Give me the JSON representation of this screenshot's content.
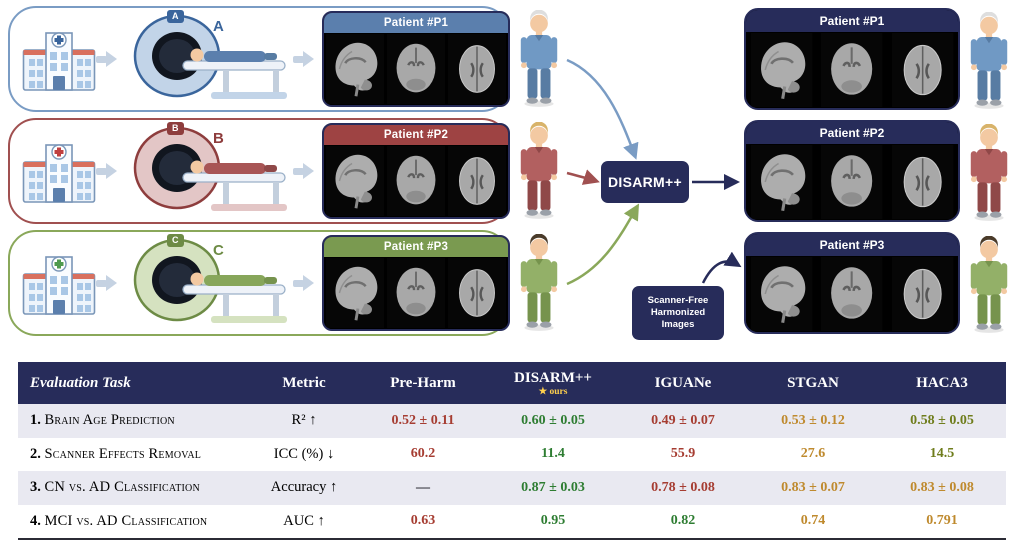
{
  "colors": {
    "navy": "#272c5a",
    "blue_frame": "#7a9cc4",
    "blue_head": "#5b7fad",
    "red_frame": "#a05050",
    "red_head": "#9e4343",
    "green_frame": "#8aa85a",
    "green_head": "#7a9a50",
    "value_red": "#a63d32",
    "value_green": "#2e7d32",
    "value_orange": "#bf8a2e",
    "value_olive": "#6f7d1c",
    "value_dark": "#26262e",
    "ours_star": "#ffd04d"
  },
  "diagram": {
    "disarm_label": "DISARM++",
    "harmonized_lines": [
      "Scanner-Free",
      "Harmonized",
      "Images"
    ],
    "inputs": [
      {
        "patient_label": "Patient #P1",
        "scanner_letter": "A"
      },
      {
        "patient_label": "Patient #P2",
        "scanner_letter": "B"
      },
      {
        "patient_label": "Patient #P3",
        "scanner_letter": "C"
      }
    ],
    "outputs": [
      {
        "patient_label": "Patient #P1"
      },
      {
        "patient_label": "Patient #P2"
      },
      {
        "patient_label": "Patient #P3"
      }
    ]
  },
  "table": {
    "headers": {
      "task": "Evaluation Task",
      "metric": "Metric",
      "pre_harm": "Pre-Harm",
      "disarm": "DISARM++",
      "disarm_note": "★ ours",
      "iguane": "IGUANe",
      "stgan": "STGAN",
      "haca3": "HACA3"
    },
    "rows": [
      {
        "num": "1.",
        "task": "Brain Age Prediction",
        "metric": "R² ↑",
        "cells": [
          {
            "text": "0.52 ± 0.11",
            "color": "value_red"
          },
          {
            "text": "0.60 ± 0.05",
            "color": "value_green"
          },
          {
            "text": "0.49 ± 0.07",
            "color": "value_red"
          },
          {
            "text": "0.53 ± 0.12",
            "color": "value_orange"
          },
          {
            "text": "0.58 ± 0.05",
            "color": "value_olive"
          }
        ]
      },
      {
        "num": "2.",
        "task": "Scanner Effects Removal",
        "metric": "ICC (%) ↓",
        "cells": [
          {
            "text": "60.2",
            "color": "value_red"
          },
          {
            "text": "11.4",
            "color": "value_green"
          },
          {
            "text": "55.9",
            "color": "value_red"
          },
          {
            "text": "27.6",
            "color": "value_orange"
          },
          {
            "text": "14.5",
            "color": "value_olive"
          }
        ]
      },
      {
        "num": "3.",
        "task": "CN vs. AD Classification",
        "metric": "Accuracy ↑",
        "cells": [
          {
            "text": "—",
            "color": "value_dark"
          },
          {
            "text": "0.87 ± 0.03",
            "color": "value_green"
          },
          {
            "text": "0.78 ± 0.08",
            "color": "value_red"
          },
          {
            "text": "0.83 ± 0.07",
            "color": "value_orange"
          },
          {
            "text": "0.83 ± 0.08",
            "color": "value_orange"
          }
        ]
      },
      {
        "num": "4.",
        "task": "MCI vs. AD Classification",
        "metric": "AUC ↑",
        "cells": [
          {
            "text": "0.63",
            "color": "value_red"
          },
          {
            "text": "0.95",
            "color": "value_green"
          },
          {
            "text": "0.82",
            "color": "value_green"
          },
          {
            "text": "0.74",
            "color": "value_orange"
          },
          {
            "text": "0.791",
            "color": "value_orange"
          }
        ]
      }
    ]
  }
}
